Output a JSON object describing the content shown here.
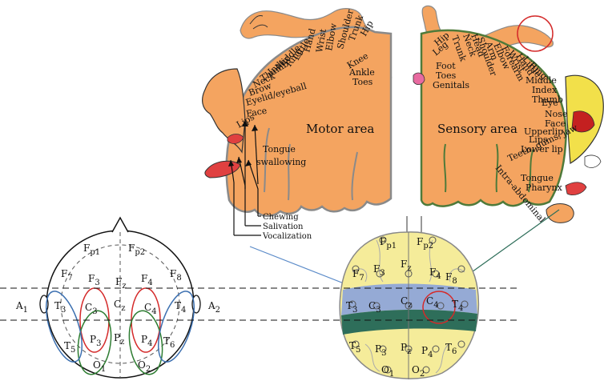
{
  "colors": {
    "cortex": "#f4a460",
    "cortex_edge": "#8a8a8a",
    "sensory_edge": "#4f7a3a",
    "brain_top": "#f5ec9a",
    "motor_band": "#8fa6d8",
    "sensory_band": "#2e6e5a",
    "lobe_red": "#d42a2a",
    "lobe_blue": "#3b6fb0",
    "lobe_green": "#2e7d32",
    "tongue": "#e04040",
    "face_yellow": "#f2e04a"
  },
  "motor": {
    "title": "Motor area",
    "labels": [
      "Hip",
      "Trunk",
      "Shoulder",
      "Elbow",
      "Wrist",
      "Hand",
      "Little",
      "Ring",
      "Middle",
      "Index",
      "Thumb",
      "Neck",
      "Brow",
      "Eyelid/eyeball",
      "Face",
      "Knee",
      "Ankle",
      "Toes",
      "Lips",
      "Tongue",
      "swallowing"
    ],
    "callouts": [
      "Chewing",
      "Salivation",
      "Vocalization"
    ]
  },
  "sensory": {
    "title": "Sensory area",
    "labels": [
      "Hip",
      "Leg",
      "Trunk",
      "Neck",
      "Head",
      "Shoulder",
      "Arm",
      "Elbow",
      "Forearm",
      "Wrist",
      "Hand",
      "Little",
      "Ring",
      "Middle",
      "Index",
      "Thumb",
      "Eye",
      "Nose",
      "Face",
      "Upperlip",
      "Lips",
      "Lower lip",
      "Teeth, gums, jaw",
      "Tongue",
      "Pharynx",
      "Intra-abdominal",
      "Foot",
      "Toes",
      "Genitals"
    ]
  },
  "eeg_left": {
    "electrodes": [
      {
        "id": "Fp1",
        "base": "F",
        "sub": "p1"
      },
      {
        "id": "Fp2",
        "base": "F",
        "sub": "p2"
      },
      {
        "id": "F7",
        "base": "F",
        "sub": "7"
      },
      {
        "id": "F3",
        "base": "F",
        "sub": "3"
      },
      {
        "id": "Fz",
        "base": "F",
        "sub": "z"
      },
      {
        "id": "F4",
        "base": "F",
        "sub": "4"
      },
      {
        "id": "F8",
        "base": "F",
        "sub": "8"
      },
      {
        "id": "A1",
        "base": "A",
        "sub": "1"
      },
      {
        "id": "T3",
        "base": "T",
        "sub": "3"
      },
      {
        "id": "C3",
        "base": "C",
        "sub": "3"
      },
      {
        "id": "Cz",
        "base": "C",
        "sub": "z"
      },
      {
        "id": "C4",
        "base": "C",
        "sub": "4"
      },
      {
        "id": "T4",
        "base": "T",
        "sub": "4"
      },
      {
        "id": "A2",
        "base": "A",
        "sub": "2"
      },
      {
        "id": "T5",
        "base": "T",
        "sub": "5"
      },
      {
        "id": "P3",
        "base": "P",
        "sub": "3"
      },
      {
        "id": "Pz",
        "base": "P",
        "sub": "z"
      },
      {
        "id": "P4",
        "base": "P",
        "sub": "4"
      },
      {
        "id": "T6",
        "base": "T",
        "sub": "6"
      },
      {
        "id": "O1",
        "base": "O",
        "sub": "1"
      },
      {
        "id": "O2",
        "base": "O",
        "sub": "2"
      }
    ]
  },
  "eeg_right": {
    "electrodes": [
      {
        "id": "Fp1",
        "base": "F",
        "sub": "p1"
      },
      {
        "id": "Fp2",
        "base": "F",
        "sub": "p2"
      },
      {
        "id": "F7",
        "base": "F",
        "sub": "7"
      },
      {
        "id": "F3",
        "base": "F",
        "sub": "3"
      },
      {
        "id": "Fz",
        "base": "F",
        "sub": "z"
      },
      {
        "id": "F4",
        "base": "F",
        "sub": "4"
      },
      {
        "id": "F8",
        "base": "F",
        "sub": "8"
      },
      {
        "id": "T3",
        "base": "T",
        "sub": "3"
      },
      {
        "id": "C3",
        "base": "C",
        "sub": "3"
      },
      {
        "id": "Cz",
        "base": "C",
        "sub": "z"
      },
      {
        "id": "C4",
        "base": "C",
        "sub": "4"
      },
      {
        "id": "T4",
        "base": "T",
        "sub": "4"
      },
      {
        "id": "T5",
        "base": "T",
        "sub": "5"
      },
      {
        "id": "P3",
        "base": "P",
        "sub": "3"
      },
      {
        "id": "Pz",
        "base": "P",
        "sub": "z"
      },
      {
        "id": "P4",
        "base": "P",
        "sub": "4"
      },
      {
        "id": "T6",
        "base": "T",
        "sub": "6"
      },
      {
        "id": "O1",
        "base": "O",
        "sub": "1"
      },
      {
        "id": "O2",
        "base": "O",
        "sub": "2"
      }
    ]
  }
}
